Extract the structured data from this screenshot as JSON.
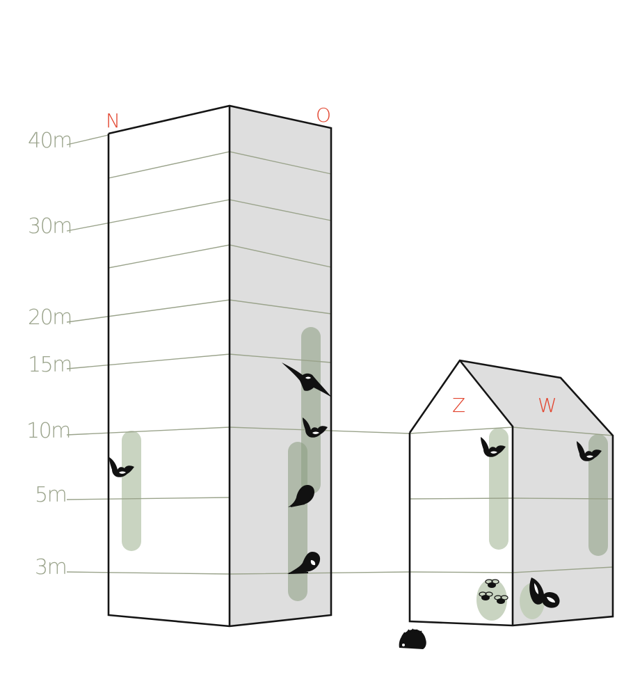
{
  "heights": [
    "40m",
    "30m",
    "20m",
    "15m",
    "10m",
    "5m",
    "3m"
  ],
  "directions": {
    "tower_left": "N",
    "tower_right": "O",
    "house_left": "Z",
    "house_right": "W"
  },
  "colors": {
    "height_labels": "#9aa38b",
    "direction_labels": "#e2452f",
    "habitat_zone": "#bfcdb6",
    "wall_shaded": "#dedede",
    "outline": "#151515"
  },
  "species_icons": [
    "bat-icon",
    "swift-icon",
    "sparrow-icon",
    "robin-icon",
    "bee-icon",
    "butterfly-icon",
    "hedgehog-icon"
  ]
}
